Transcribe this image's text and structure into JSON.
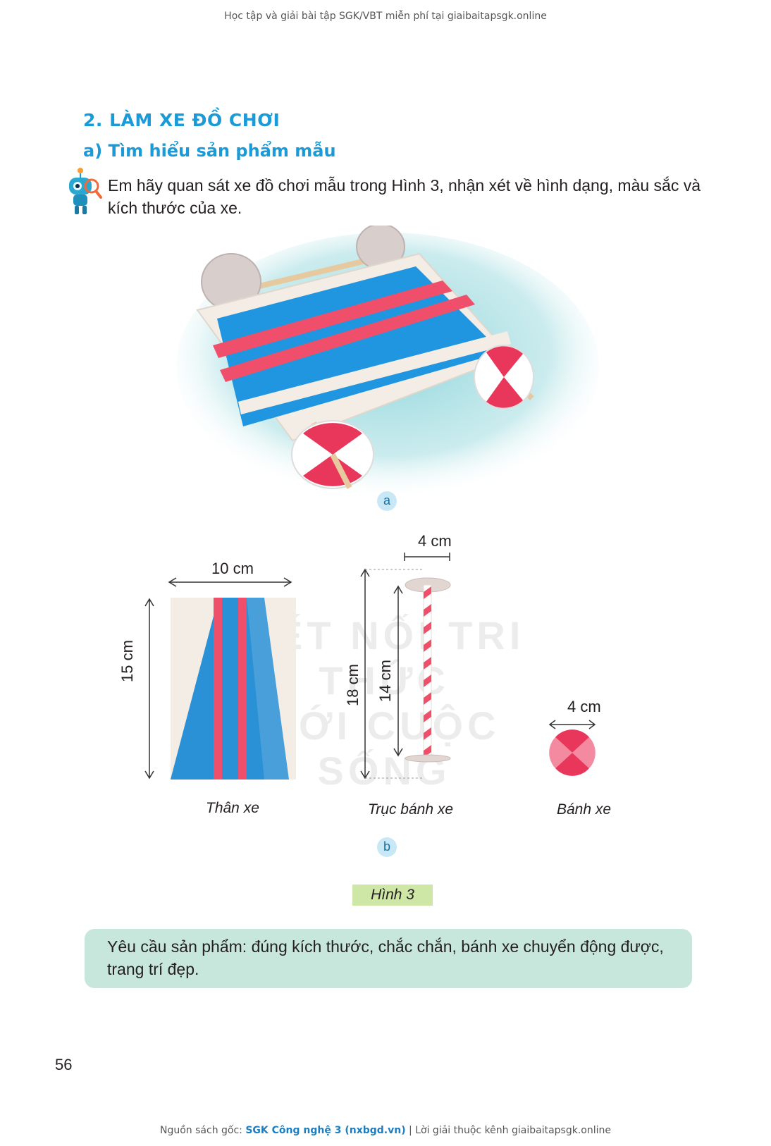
{
  "header": {
    "note": "Học tập và giải bài tập SGK/VBT miễn phí tại giaibaitapsgk.online"
  },
  "section": {
    "title": "2. LÀM XE ĐỒ CHƠI",
    "subtitle": "a) Tìm hiểu sản phẩm mẫu",
    "question": "Em hãy quan sát xe đồ chơi mẫu trong Hình 3, nhận xét về hình dạng, màu sắc và kích thước của xe."
  },
  "figure": {
    "label_a": "a",
    "label_b": "b",
    "body": {
      "caption": "Thân xe",
      "width_label": "10 cm",
      "height_label": "15 cm"
    },
    "axle": {
      "caption": "Trục bánh xe",
      "top_label": "4 cm",
      "outer_label": "18 cm",
      "inner_label": "14 cm"
    },
    "wheel": {
      "caption": "Bánh xe",
      "diameter_label": "4 cm"
    },
    "caption": "Hình 3",
    "watermark_line1": "KẾT NỐI TRI THỨC",
    "watermark_line2": "VỚI CUỘC SỐNG"
  },
  "requirement": {
    "text": "Yêu cầu sản phẩm: đúng kích thước, chắc chắn, bánh xe chuyển động được, trang trí đẹp."
  },
  "page_number": "56",
  "footer": {
    "prefix": "Nguồn sách gốc: ",
    "source": "SGK Công nghệ 3 (nxbgd.vn)",
    "suffix": " | Lời giải thuộc kênh giaibaitapsgk.online"
  },
  "colors": {
    "accent_blue": "#1a9ad6",
    "stripe_blue": "#2196e0",
    "stripe_red": "#ef4f6a",
    "box_green": "#cfe7a6",
    "box_teal": "#c7e6dc"
  }
}
